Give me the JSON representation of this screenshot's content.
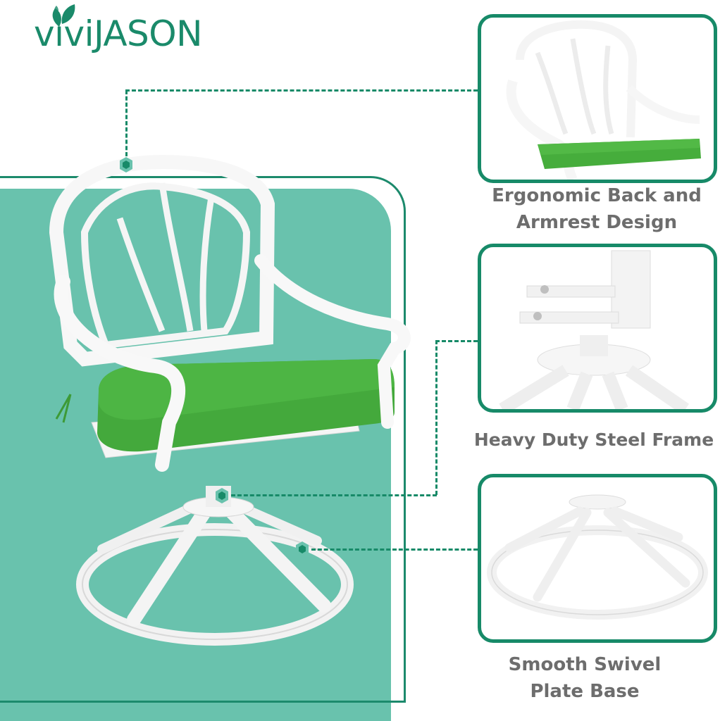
{
  "brand": {
    "logo_text": "viviJASON",
    "logo_color": "#1a8a6a",
    "leaf_icon": "leaf-icon"
  },
  "colors": {
    "accent_dark": "#178a68",
    "teal_panel": "#69c2ad",
    "cushion_green": "#3fa83a",
    "caption_gray": "#6d6d6d"
  },
  "main_image": {
    "subject": "White cast aluminum swivel patio dining chair with green seat cushion",
    "markers": [
      {
        "name": "backrest-marker",
        "icon": "hex-bolt-icon"
      },
      {
        "name": "swivel-mechanism-marker",
        "icon": "hex-bolt-icon"
      },
      {
        "name": "base-ring-marker",
        "icon": "hex-bolt-icon"
      }
    ]
  },
  "features": [
    {
      "caption_line1": "Ergonomic Back and",
      "caption_line2": "Armrest Design",
      "image": "Close-up of ornate chair back, armrests and green cushion"
    },
    {
      "caption_line1": "Heavy Duty Steel Frame",
      "caption_line2": "",
      "image": "Close-up of swivel mount brackets with bolts"
    },
    {
      "caption_line1": "Smooth Swivel",
      "caption_line2": "Plate Base",
      "image": "Close-up of circular swivel ring base with four legs"
    }
  ]
}
